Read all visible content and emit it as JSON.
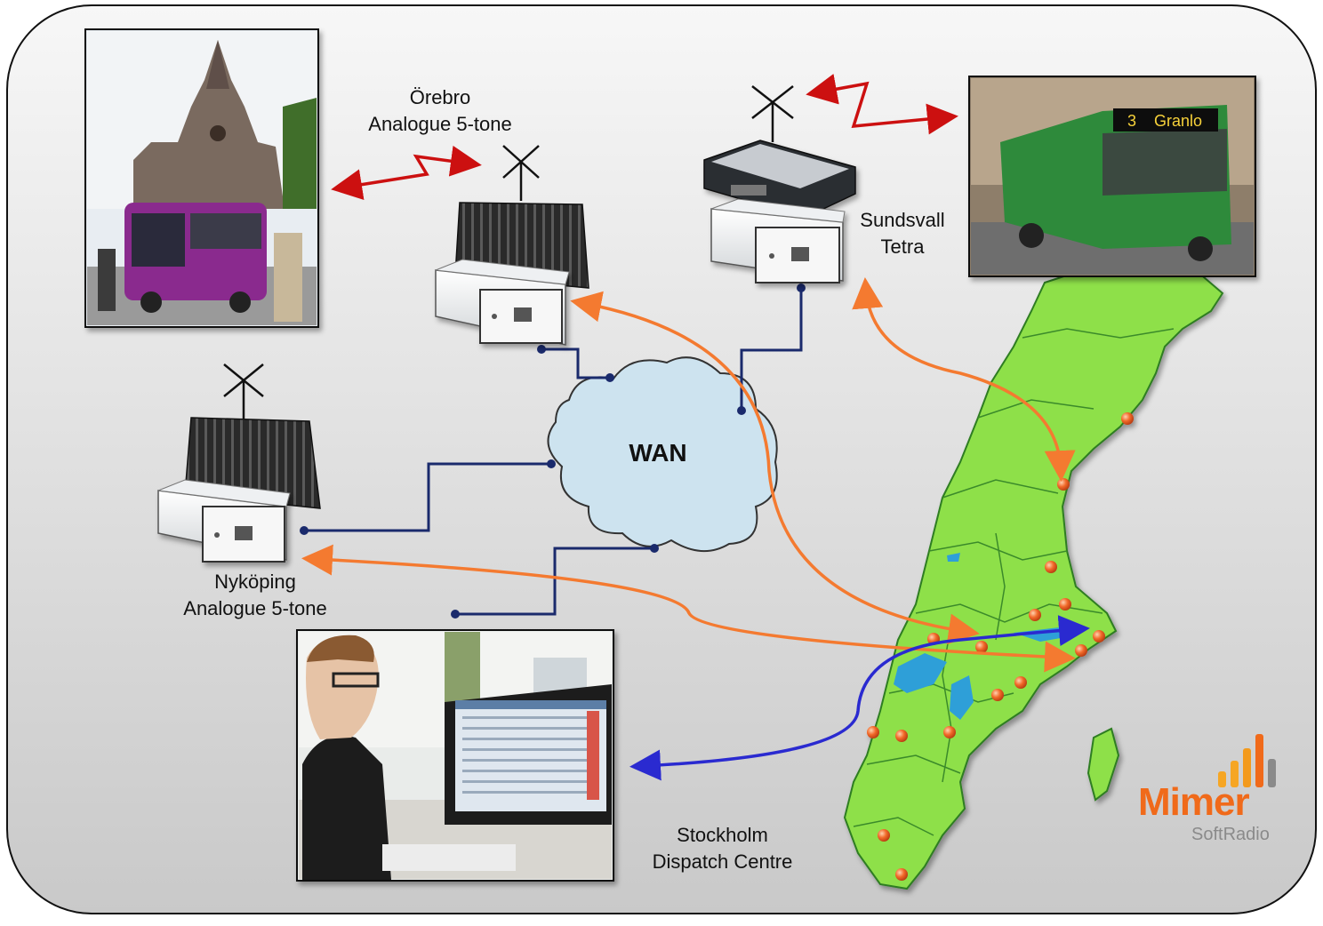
{
  "labels": {
    "orebro": [
      "Örebro",
      "Analogue 5-tone"
    ],
    "sundsvall": [
      "Sundsvall",
      "Tetra"
    ],
    "nykoping": [
      "Nyköping",
      "Analogue 5-tone"
    ],
    "stockholm": [
      "Stockholm",
      "Dispatch Centre"
    ],
    "wan": "WAN"
  },
  "logo": {
    "word": "Mimer",
    "sub": "SoftRadio"
  },
  "bus_sign": {
    "route": "3",
    "destination": "Granlo"
  },
  "colors": {
    "panel_top": "#f7f7f7",
    "panel_bottom": "#cfcfcf",
    "map_green": "#8ee04a",
    "cloud": "#cde3ef",
    "link_navy": "#1a2a6c",
    "arrow_orange": "#f47a30",
    "arrow_blue": "#2a2ad0",
    "radio_red": "#cc1010",
    "logo_orange": "#f06a1a"
  }
}
